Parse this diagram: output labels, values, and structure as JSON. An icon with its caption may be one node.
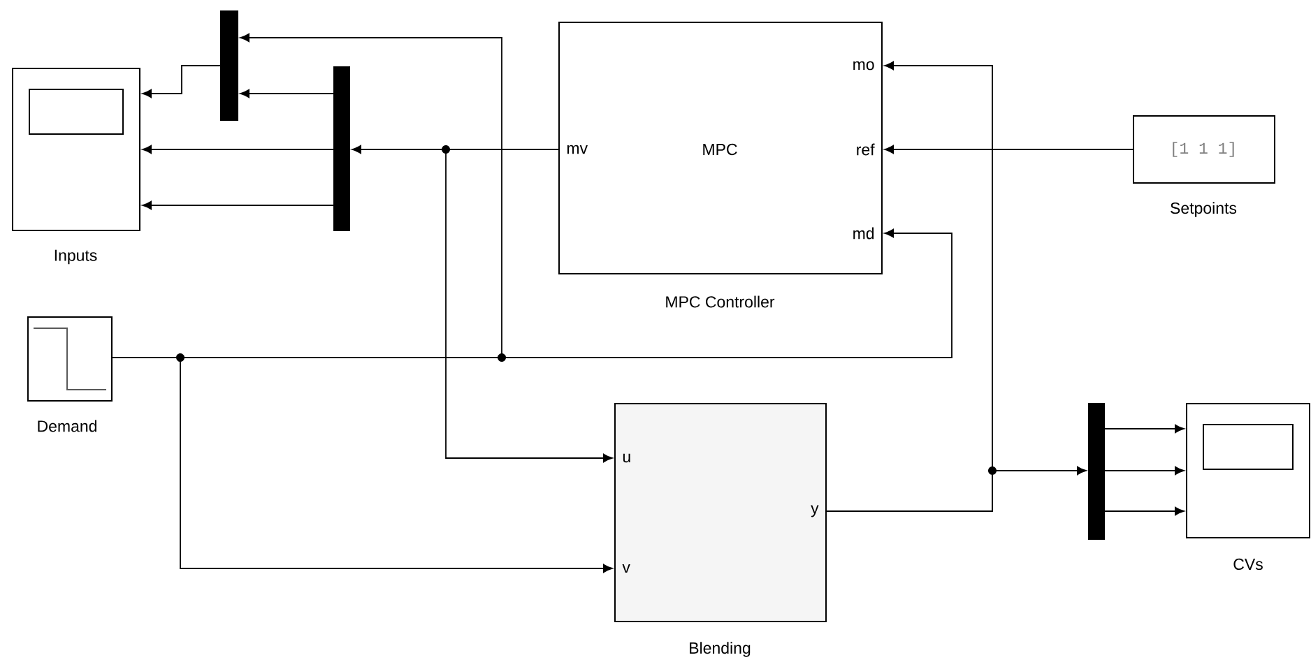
{
  "diagram": {
    "nodes": [
      {
        "text": [
          "Inputs"
        ]
      },
      {
        "text": [],
        "shape": "bar"
      },
      {
        "text": [],
        "shape": "bar"
      },
      {
        "text": [
          "mv",
          "MPC",
          "mo",
          "ref",
          "md",
          "MPC Controller"
        ]
      },
      {
        "text": [
          "[1 1 1]",
          "Setpoints"
        ]
      },
      {
        "text": [
          "Demand"
        ]
      },
      {
        "text": [
          "u",
          "v",
          "y",
          "Blending"
        ]
      },
      {
        "text": [],
        "shape": "bar"
      },
      {
        "text": [
          "CVs"
        ]
      }
    ],
    "edges": [
      {
        "from": 3,
        "to": 2,
        "arrow": "to"
      },
      {
        "from": 3,
        "to": 6,
        "arrow": "to"
      },
      {
        "from": 2,
        "to": 1,
        "arrow": "to"
      },
      {
        "from": 2,
        "to": 0,
        "arrow": "to"
      },
      {
        "from": 2,
        "to": 0,
        "arrow": "to"
      },
      {
        "from": 1,
        "to": 0,
        "arrow": "to"
      },
      {
        "from": 5,
        "to": 3,
        "arrow": "to"
      },
      {
        "from": 5,
        "to": 1,
        "arrow": "to"
      },
      {
        "from": 5,
        "to": 6,
        "arrow": "to"
      },
      {
        "from": 6,
        "to": 7,
        "arrow": "to"
      },
      {
        "from": 6,
        "to": 3,
        "arrow": "to"
      },
      {
        "from": 4,
        "to": 3,
        "arrow": "to"
      },
      {
        "from": 7,
        "to": 8,
        "arrow": "to"
      },
      {
        "from": 7,
        "to": 8,
        "arrow": "to"
      },
      {
        "from": 7,
        "to": 8,
        "arrow": "to"
      }
    ]
  }
}
